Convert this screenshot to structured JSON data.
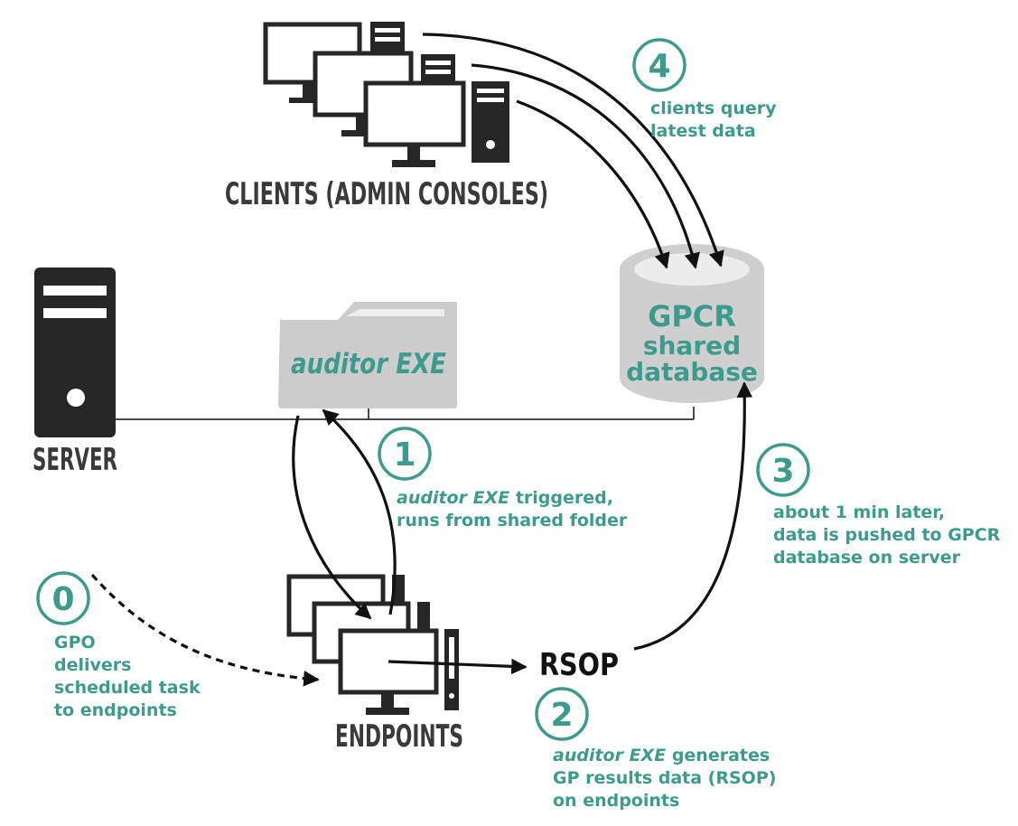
{
  "labels": {
    "clients": "CLIENTS (ADMIN CONSOLES)",
    "server": "SERVER",
    "endpoints": "ENDPOINTS",
    "folder": "auditor EXE",
    "database_line1": "GPCR",
    "database_line2": "shared",
    "database_line3": "database",
    "rsop": "RSOP"
  },
  "steps": [
    {
      "number": "0",
      "lines": [
        "GPO",
        "delivers",
        "scheduled task",
        "to endpoints"
      ]
    },
    {
      "number": "1",
      "emphasis": "auditor EXE",
      "line1_rest": " triggered,",
      "lines": [
        "runs from shared folder"
      ]
    },
    {
      "number": "2",
      "emphasis": "auditor EXE",
      "line1_rest": " generates",
      "lines": [
        "GP results data (RSOP)",
        "on endpoints"
      ]
    },
    {
      "number": "3",
      "lines": [
        "about 1 min later,",
        "data is pushed to GPCR",
        "database on server"
      ]
    },
    {
      "number": "4",
      "lines": [
        "clients query",
        "latest data"
      ]
    }
  ],
  "colors": {
    "accent": "#3d9b8c",
    "dark": "#262626",
    "folder": "#cccccc",
    "database": "#cfcfcf"
  }
}
